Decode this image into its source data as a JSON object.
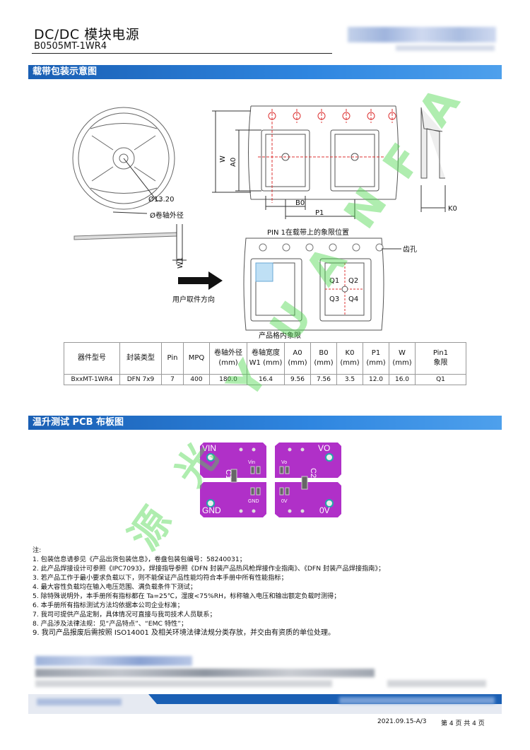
{
  "header": {
    "title": "DC/DC 模块电源",
    "model": "B0505MT-1WR4"
  },
  "sections": {
    "tape": "载带包装示意图",
    "pcb": "温升测试 PCB 布板图"
  },
  "reel": {
    "hub_dia": "Ø13.20",
    "reel_dia": "Ø卷轴外径",
    "w1": "W1"
  },
  "tape_labels": {
    "w": "W",
    "a0": "A0",
    "b0": "B0",
    "p1": "P1",
    "k0": "K0",
    "pin1": "PIN 1在载带上的象限位置",
    "sprocket": "齿孔",
    "direction": "用户取件方向",
    "q1": "Q1",
    "q2": "Q2",
    "q3": "Q3",
    "q4": "Q4",
    "quadrant": "产品格内象限"
  },
  "table": {
    "headers": [
      "器件型号",
      "封装类型",
      "Pin",
      "MPQ",
      "卷轴外径\n(mm)",
      "卷轴宽度\nW1 (mm)",
      "A0\n(mm)",
      "B0\n(mm)",
      "K0\n(mm)",
      "P1\n(mm)",
      "W\n(mm)",
      "Pin1\n象限"
    ],
    "rows": [
      [
        "BxxMT-1WR4",
        "DFN 7x9",
        "7",
        "400",
        "180.0",
        "16.4",
        "9.56",
        "7.56",
        "3.5",
        "12.0",
        "16.0",
        "Q1"
      ]
    ]
  },
  "pcb": {
    "vin": "VIN",
    "gnd": "GND",
    "vo": "VO",
    "ov": "0V",
    "c1": "C1",
    "c2": "C2",
    "vin_s": "Vin",
    "vo_s": "Vo",
    "gnd_s": "GND",
    "ov_s": "0V"
  },
  "watermark": "源 光 Y U A N F A",
  "notes": {
    "head": "注:",
    "items": [
      "1. 包装信息请参见《产品出货包装信息》，卷盘包装包编号：58240031；",
      "2. 此产品焊接设计可参照《IPC7093》，焊接指导参照《DFN 封装产品热风枪焊接作业指南》、《DFN 封装产品焊接指南》；",
      "3. 若产品工作于最小要求负载以下，则不能保证产品性能均符合本手册中所有性能指标；",
      "4. 最大容性负载均在输入电压范围、满负载条件下测试；",
      "5. 除特殊说明外，本手册所有指标都在 Ta=25℃，湿度<75%RH，标称输入电压和输出额定负载时测得；",
      "6. 本手册所有指标测试方法均依据本公司企业标准；",
      "7. 我司可提供产品定制，具体情况可直接与我司技术人员联系；",
      "8. 产品涉及法律法规：见“产品特点”、“EMC 特性”；",
      "9. 我司产品报废后需按照 ISO14001 及相关环境法律法规分类存放，并交由有资质的单位处理。"
    ]
  },
  "footer": {
    "date": "2021.09.15-A/3",
    "page": "第 4 页 共 4 页"
  },
  "colors": {
    "section": "#2f86e0",
    "pcb": "#b030c8",
    "watermark": "#4cd64c"
  }
}
